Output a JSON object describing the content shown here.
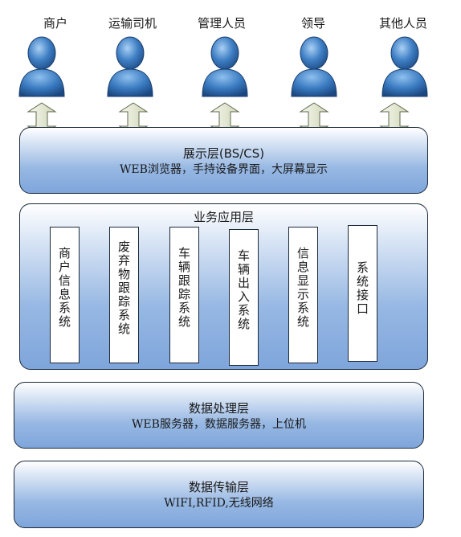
{
  "actors": [
    {
      "label": "商户"
    },
    {
      "label": "运输司机"
    },
    {
      "label": "管理人员"
    },
    {
      "label": "领导"
    },
    {
      "label": "其他人员"
    }
  ],
  "layers": {
    "presentation": {
      "title": "展示层(BS/CS)",
      "subtitle": "WEB浏览器，手持设备界面，大屏幕显示"
    },
    "business": {
      "title": "业务应用层"
    },
    "data_processing": {
      "title": "数据处理层",
      "subtitle": "WEB服务器，数据服务器，上位机"
    },
    "transmission": {
      "title": "数据传输层",
      "subtitle": "WIFI,RFID,无线网络"
    }
  },
  "systems": [
    {
      "label": "商户信息系统"
    },
    {
      "label": "废弃物跟踪系统"
    },
    {
      "label": "车辆跟踪系统"
    },
    {
      "label": "车辆出入系统"
    },
    {
      "label": "信息显示系统"
    },
    {
      "label": "系统接口"
    }
  ],
  "colors": {
    "layer_top": "#ffffff",
    "layer_bottom": "#7ea5db",
    "actor": "#3f7fc4",
    "arrow": "#e6ead7"
  }
}
